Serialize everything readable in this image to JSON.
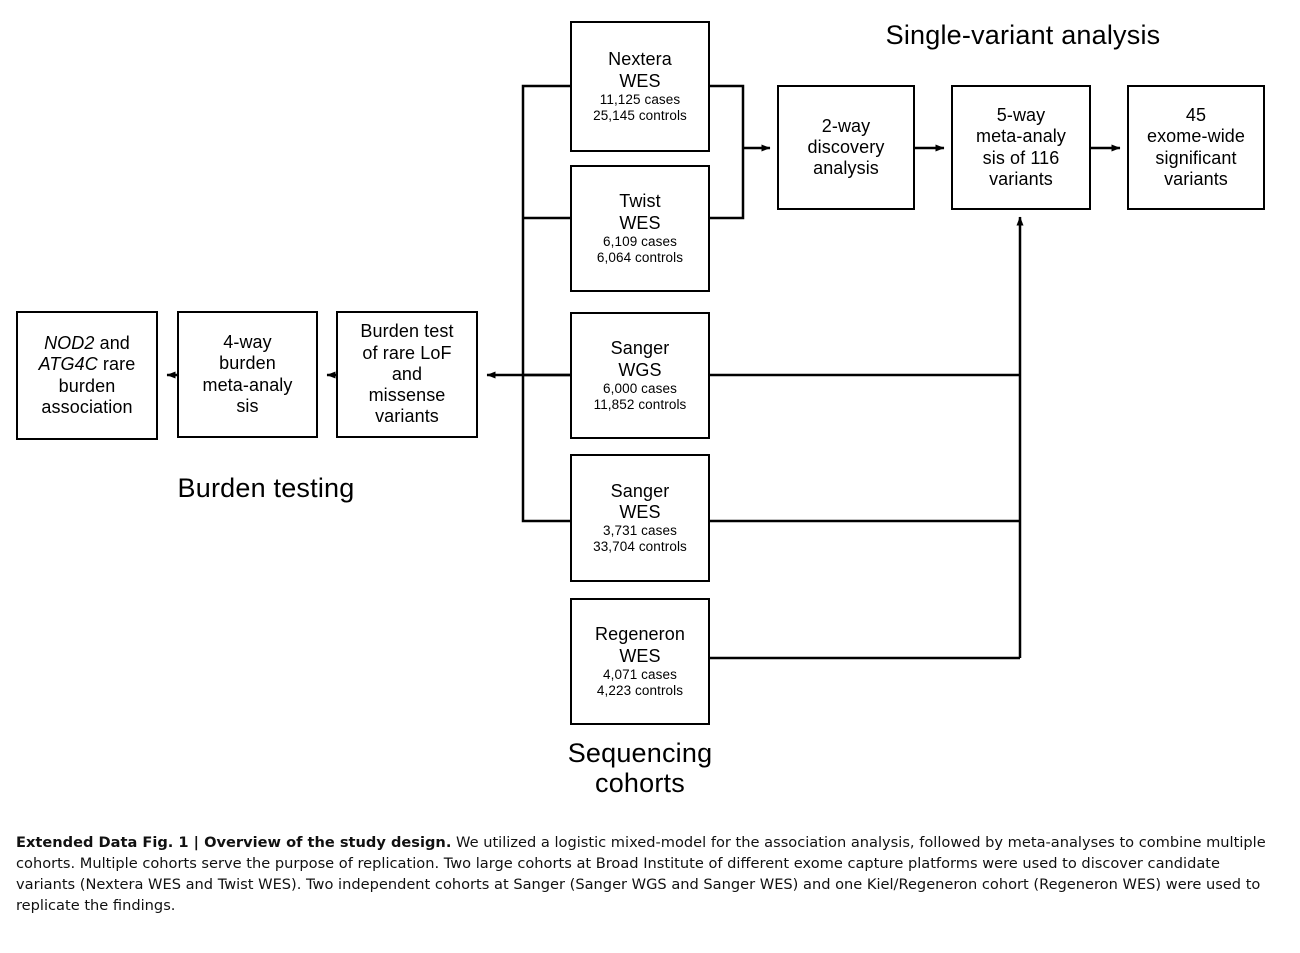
{
  "figure": {
    "sections": [
      {
        "name": "single-variant-analysis",
        "label": "Single-variant analysis"
      },
      {
        "name": "burden-testing",
        "label": "Burden testing"
      },
      {
        "name": "sequencing-cohorts",
        "label": "Sequencing\ncohorts"
      }
    ],
    "cohorts": [
      {
        "name": "nextera-wes",
        "title_line1": "Nextera",
        "title_line2": "WES",
        "cases": "11,125 cases",
        "controls": "25,145 controls"
      },
      {
        "name": "twist-wes",
        "title_line1": "Twist",
        "title_line2": "WES",
        "cases": "6,109 cases",
        "controls": "6,064 controls"
      },
      {
        "name": "sanger-wgs",
        "title_line1": "Sanger",
        "title_line2": "WGS",
        "cases": "6,000 cases",
        "controls": "11,852 controls"
      },
      {
        "name": "sanger-wes",
        "title_line1": "Sanger",
        "title_line2": "WES",
        "cases": "3,731 cases",
        "controls": "33,704 controls"
      },
      {
        "name": "regeneron-wes",
        "title_line1": "Regeneron",
        "title_line2": "WES",
        "cases": "4,071 cases",
        "controls": "4,223 controls"
      }
    ],
    "single_variant_nodes": [
      {
        "name": "two-way-discovery",
        "label": "2-way\ndiscovery\nanalysis"
      },
      {
        "name": "five-way-meta-analysis",
        "label": "5-way\nmeta-analy\nsis of 116\nvariants"
      },
      {
        "name": "exome-wide-significant",
        "label": "45\nexome-wide\nsignificant\nvariants"
      }
    ],
    "burden_nodes": [
      {
        "name": "burden-test-rare-variants",
        "label": "Burden test\nof rare LoF\nand\nmissense\nvariants"
      },
      {
        "name": "four-way-burden-meta-analysis",
        "label": "4-way\nburden\nmeta-analy\nsis"
      },
      {
        "name": "nod2-atg4c-association",
        "gene1": "NOD2",
        "and": " and",
        "gene2": "ATG4C",
        "rare": " rare",
        "rest": "burden\nassociation"
      }
    ],
    "colors": {
      "stroke": "#000000",
      "box_fill": "#ffffff",
      "background": "#ffffff",
      "caption_text": "#111111"
    }
  },
  "caption": {
    "lead": "Extended Data Fig. 1 | Overview of the study design.",
    "body": " We utilized a logistic mixed-model for the association analysis, followed by meta-analyses to combine multiple cohorts. Multiple cohorts serve the purpose of replication. Two large cohorts at Broad Institute of different exome capture platforms were used to discover candidate variants (Nextera WES and Twist WES). Two independent cohorts at Sanger (Sanger WGS and Sanger WES) and one Kiel/Regeneron cohort (Regeneron WES) were used to replicate the findings."
  }
}
